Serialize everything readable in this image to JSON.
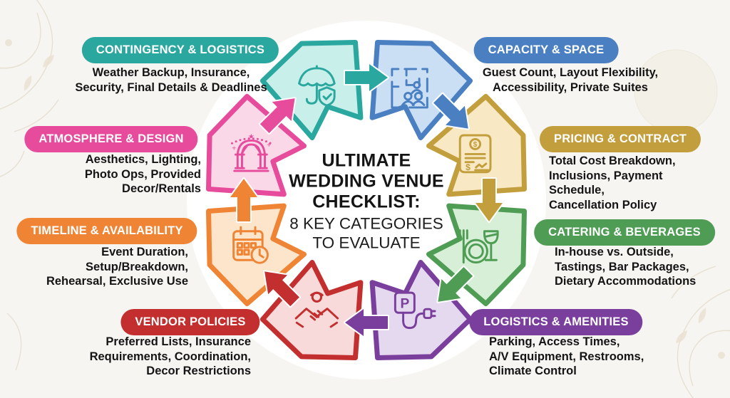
{
  "center": {
    "title_lines": [
      "ULTIMATE",
      "WEDDING VENUE",
      "CHECKLIST:"
    ],
    "subtitle_lines": [
      "8 KEY CATEGORIES",
      "TO EVALUATE"
    ]
  },
  "categories": [
    {
      "id": "contingency-logistics",
      "label": "CONTINGENCY & LOGISTICS",
      "desc_lines": [
        "Weather Backup, Insurance,",
        "Security, Final Details & Deadlines"
      ],
      "color": "#2aa79f",
      "fill": "#c8efe9",
      "icon": "umbrella-shield-icon"
    },
    {
      "id": "capacity-space",
      "label": "CAPACITY & SPACE",
      "desc_lines": [
        "Guest Count, Layout Flexibility,",
        "Accessibility, Private Suites"
      ],
      "color": "#4a80c2",
      "fill": "#cadef4",
      "icon": "floor-plan-icon"
    },
    {
      "id": "pricing-contract",
      "label": "PRICING & CONTRACT",
      "desc_lines": [
        "Total Cost Breakdown,",
        "Inclusions, Payment Schedule,",
        "Cancellation Policy"
      ],
      "color": "#c39e3c",
      "fill": "#f8e8c3",
      "icon": "contract-dollar-icon"
    },
    {
      "id": "catering-beverages",
      "label": "CATERING & BEVERAGES",
      "desc_lines": [
        "In-house vs. Outside,",
        "Tastings, Bar Packages,",
        "Dietary Accommodations"
      ],
      "color": "#4f9d55",
      "fill": "#d7efd6",
      "icon": "plate-wine-icon"
    },
    {
      "id": "logistics-amenities",
      "label": "LOGISTICS & AMENITIES",
      "desc_lines": [
        "Parking, Access Times,",
        "A/V Equipment, Restrooms,",
        "Climate Control"
      ],
      "color": "#7a3f9d",
      "fill": "#e4d9ef",
      "icon": "parking-plug-icon"
    },
    {
      "id": "vendor-policies",
      "label": "VENDOR POLICIES",
      "desc_lines": [
        "Preferred Lists, Insurance",
        "Requirements, Coordination,",
        "Decor Restrictions"
      ],
      "color": "#c32e2e",
      "fill": "#f9dada",
      "icon": "handshake-icon"
    },
    {
      "id": "timeline-availability",
      "label": "TIMELINE & AVAILABILITY",
      "desc_lines": [
        "Event Duration,",
        "Setup/Breakdown,",
        "Rehearsal, Exclusive Use"
      ],
      "color": "#ef8434",
      "fill": "#fce5ca",
      "icon": "calendar-clock-icon"
    },
    {
      "id": "atmosphere-design",
      "label": "ATMOSPHERE & DESIGN",
      "desc_lines": [
        "Aesthetics, Lighting,",
        "Photo Ops, Provided",
        "Decor/Rentals"
      ],
      "color": "#e64b9c",
      "fill": "#fad8e8",
      "icon": "wedding-arch-icon"
    }
  ]
}
